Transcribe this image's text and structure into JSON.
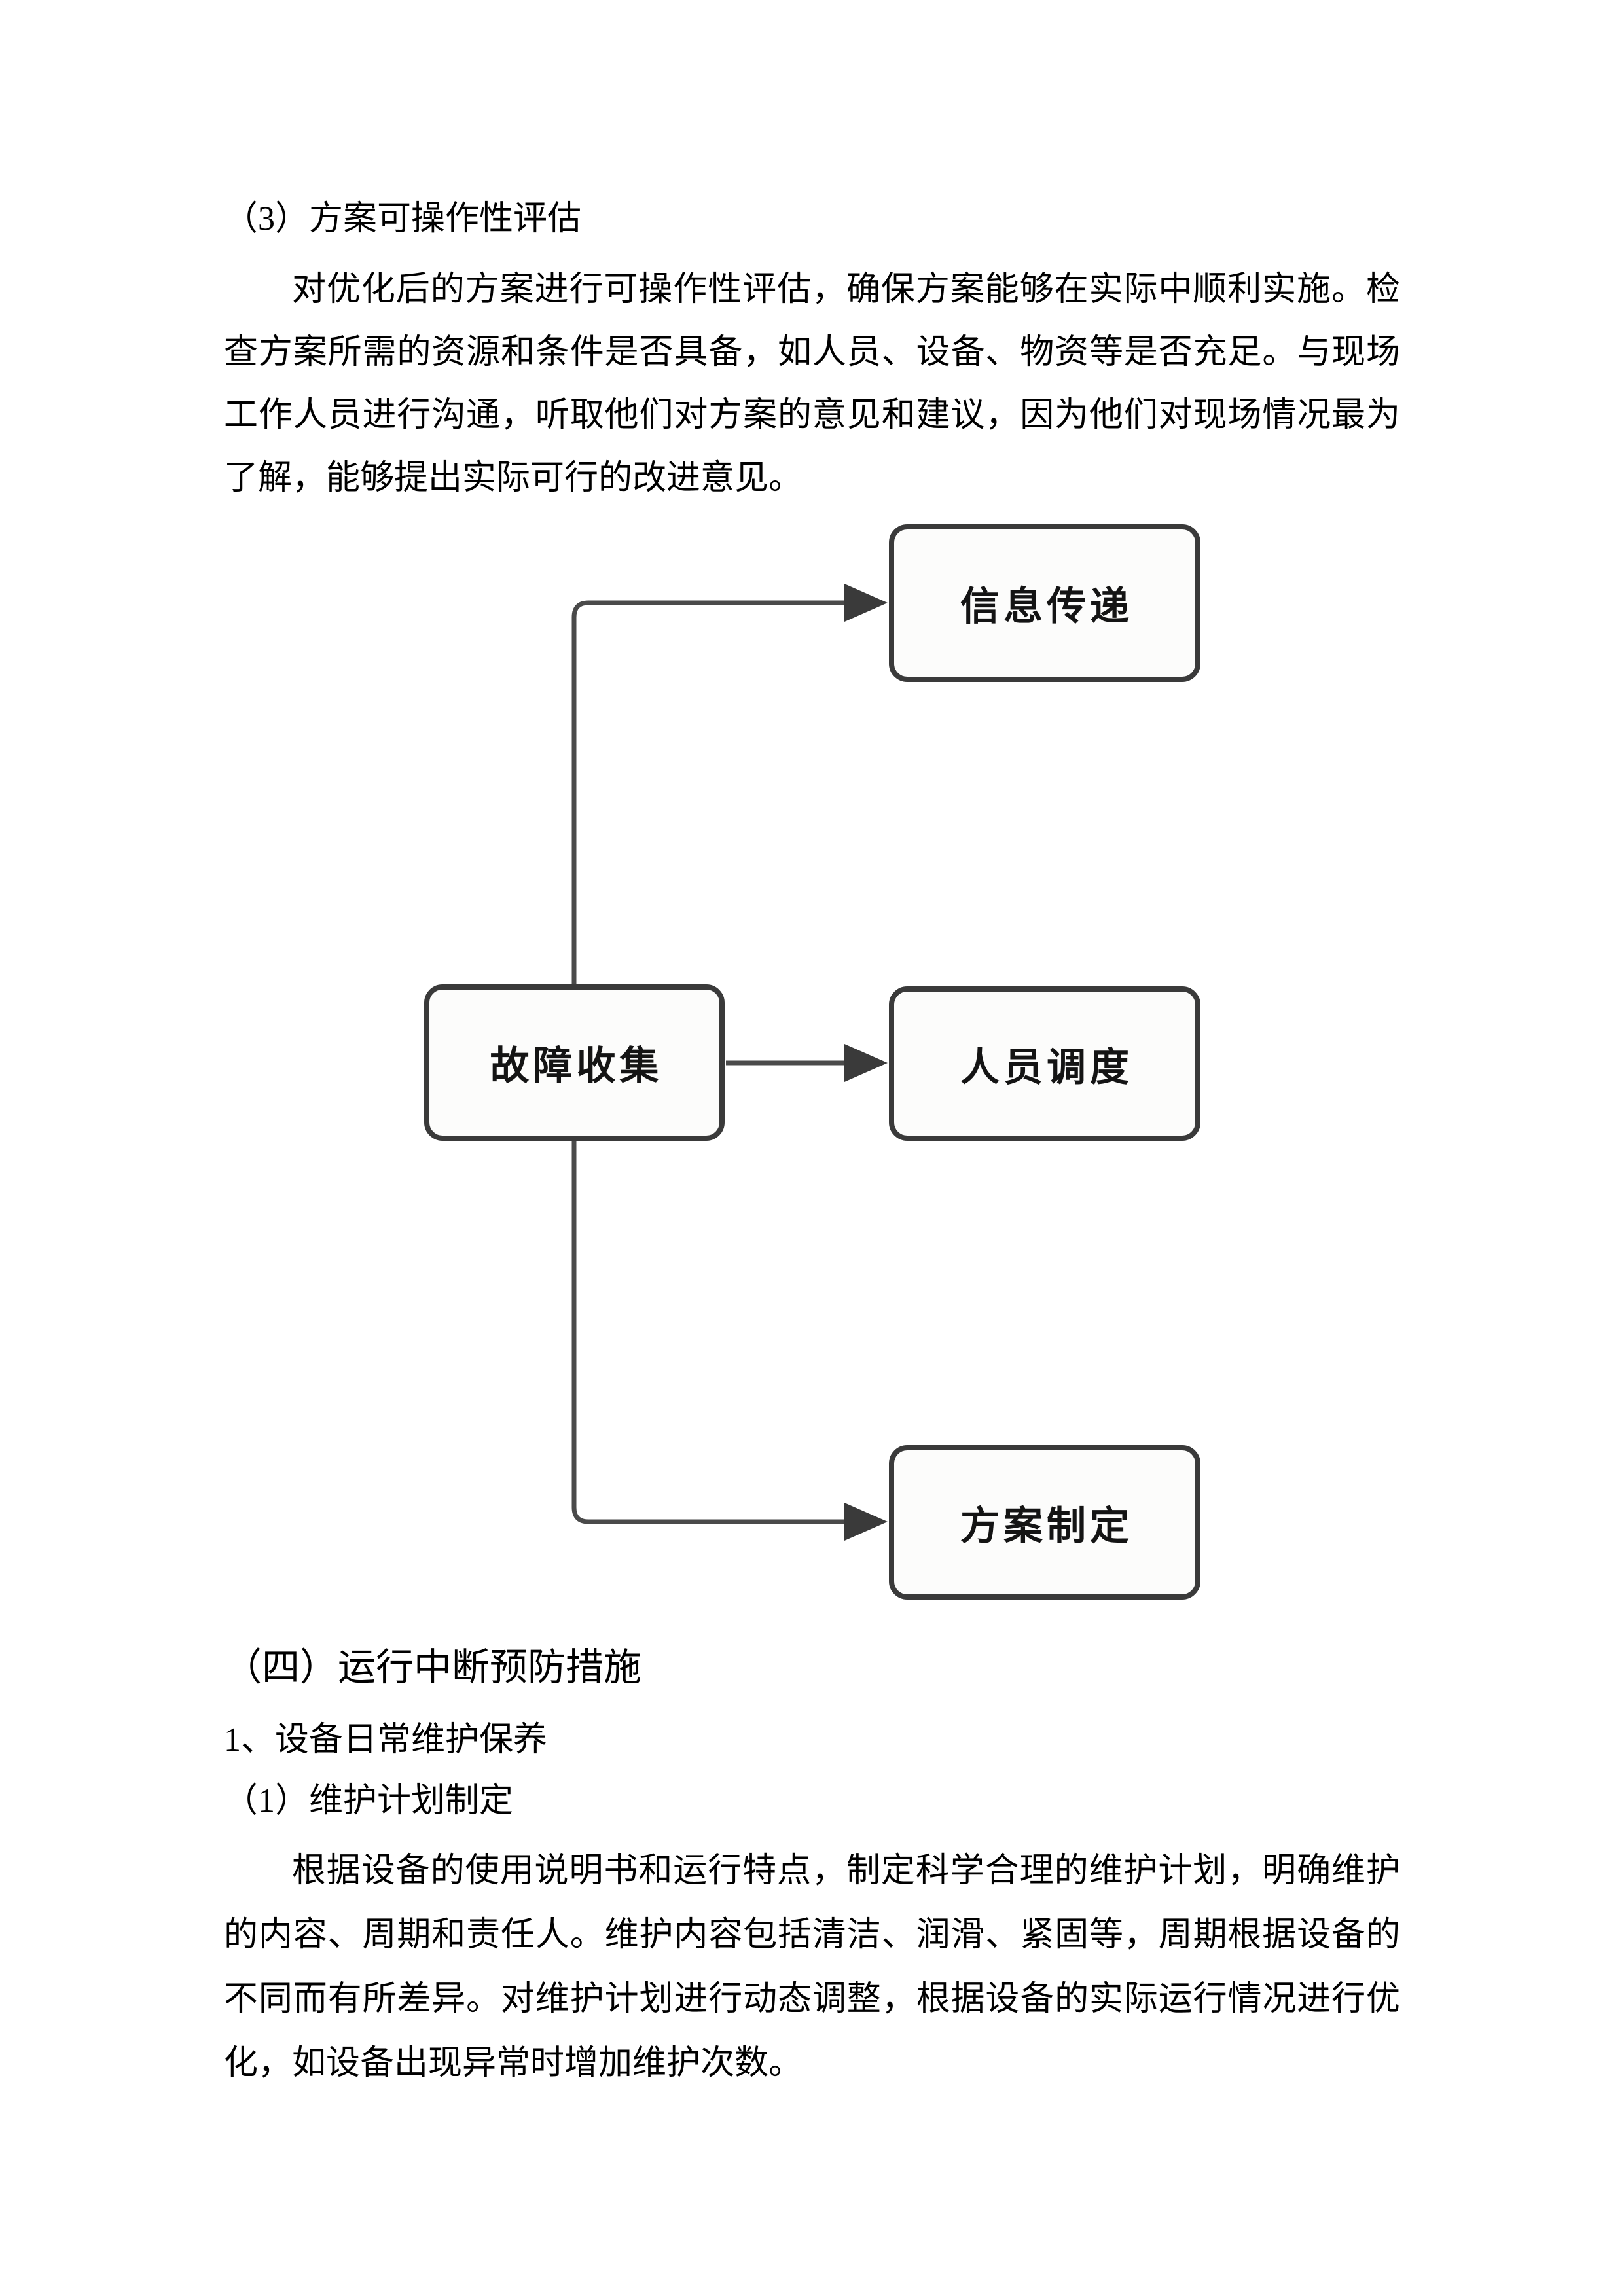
{
  "document": {
    "section3_heading": "（3）方案可操作性评估",
    "paragraph1": {
      "lines": [
        "对优化后的方案进行可操作性评估，确保方案能够在实际中顺利实施。检",
        "查方案所需的资源和条件是否具备，如人员、设备、物资等是否充足。与现场",
        "工作人员进行沟通，听取他们对方案的意见和建议，因为他们对现场情况最为",
        "了解，能够提出实际可行的改进意见。"
      ]
    },
    "section4_heading": "（四）运行中断预防措施",
    "item1_heading": "1、设备日常维护保养",
    "item1_1_heading": "（1）维护计划制定",
    "paragraph2": {
      "lines": [
        "根据设备的使用说明书和运行特点，制定科学合理的维护计划，明确维护",
        "的内容、周期和责任人。维护内容包括清洁、润滑、紧固等，周期根据设备的",
        "不同而有所差异。对维护计划进行动态调整，根据设备的实际运行情况进行优",
        "化，如设备出现异常时增加维护次数。"
      ]
    }
  },
  "flowchart": {
    "source_node": "故障收集",
    "target_nodes": [
      "信息传递",
      "人员调度",
      "方案制定"
    ],
    "colors": {
      "node_border": "#3a3a3a",
      "node_fill": "#fcfcfb",
      "connector": "#4a4a4a",
      "arrowhead": "#3a3a3a"
    }
  }
}
